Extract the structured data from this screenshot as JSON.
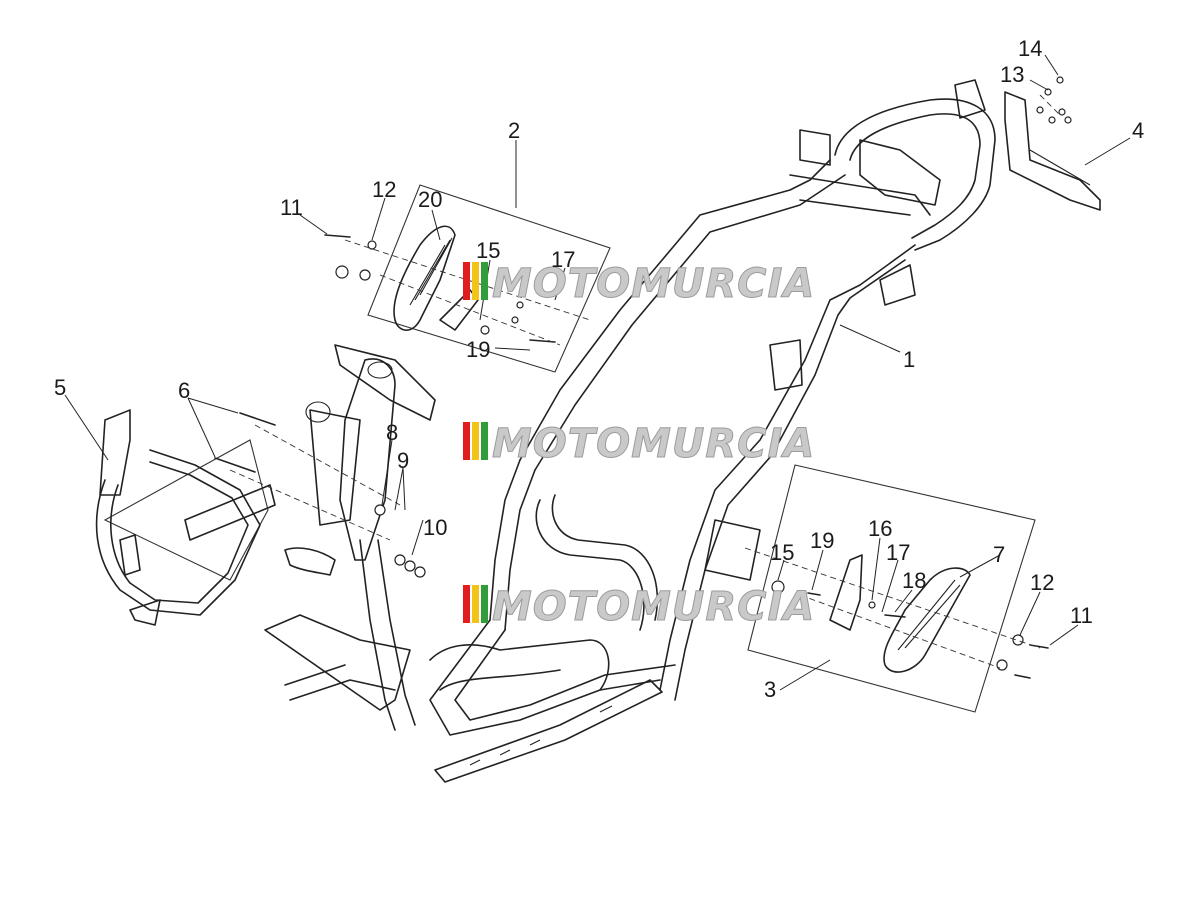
{
  "diagram": {
    "callouts": [
      {
        "id": "c1",
        "label": "1"
      },
      {
        "id": "c2",
        "label": "2"
      },
      {
        "id": "c3",
        "label": "3"
      },
      {
        "id": "c4",
        "label": "4"
      },
      {
        "id": "c5",
        "label": "5"
      },
      {
        "id": "c6",
        "label": "6"
      },
      {
        "id": "c7",
        "label": "7"
      },
      {
        "id": "c8",
        "label": "8"
      },
      {
        "id": "c9",
        "label": "9"
      },
      {
        "id": "c10",
        "label": "10"
      },
      {
        "id": "c11a",
        "label": "11"
      },
      {
        "id": "c12a",
        "label": "12"
      },
      {
        "id": "c20",
        "label": "20"
      },
      {
        "id": "c15a",
        "label": "15"
      },
      {
        "id": "c17a",
        "label": "17"
      },
      {
        "id": "c19a",
        "label": "19"
      },
      {
        "id": "c13",
        "label": "13"
      },
      {
        "id": "c14",
        "label": "14"
      },
      {
        "id": "c15b",
        "label": "15"
      },
      {
        "id": "c19b",
        "label": "19"
      },
      {
        "id": "c16",
        "label": "16"
      },
      {
        "id": "c17b",
        "label": "17"
      },
      {
        "id": "c18",
        "label": "18"
      },
      {
        "id": "c12b",
        "label": "12"
      },
      {
        "id": "c11b",
        "label": "11"
      }
    ],
    "watermark": {
      "text": "MOTOMURCIA",
      "colors": [
        "#e11d1d",
        "#f2c318",
        "#2e9d3a"
      ]
    }
  }
}
